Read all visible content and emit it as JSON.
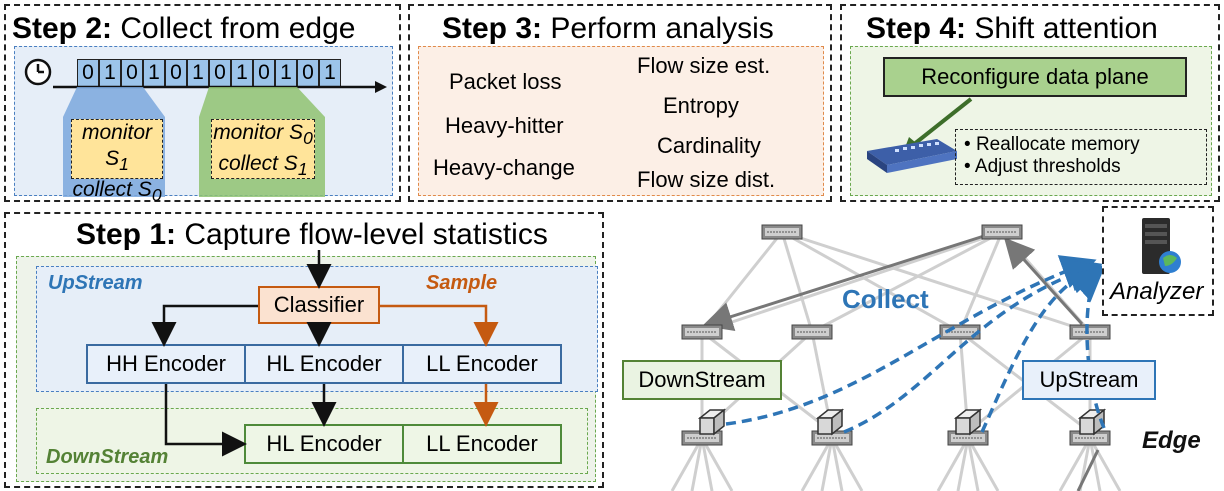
{
  "step2": {
    "title_bold": "Step 2:",
    "title_rest": " Collect from edge",
    "bits": [
      "0",
      "1",
      "0",
      "1",
      "0",
      "1",
      "0",
      "1",
      "0",
      "1",
      "0",
      "1"
    ],
    "note_left": {
      "line1": "monitor S",
      "sub1": "1",
      "line2": "collect S",
      "sub2": "0"
    },
    "note_right": {
      "line1": "monitor S",
      "sub1": "0",
      "line2": "collect S",
      "sub2": "1"
    }
  },
  "step3": {
    "title_bold": "Step 3:",
    "title_rest": " Perform analysis",
    "left_items": [
      "Packet loss",
      "Heavy-hitter",
      "Heavy-change"
    ],
    "right_items": [
      "Flow size est.",
      "Entropy",
      "Cardinality",
      "Flow size dist."
    ]
  },
  "step4": {
    "title_bold": "Step 4:",
    "title_rest": " Shift attention",
    "reconfigure_label": "Reconfigure data plane",
    "bullets": [
      "Reallocate memory",
      "Adjust thresholds"
    ]
  },
  "step1": {
    "title_bold": "Step 1:",
    "title_rest": " Capture flow-level statistics",
    "upstream_label": "UpStream",
    "sample_label": "Sample",
    "classifier_label": "Classifier",
    "upstream_encoders": [
      "HH Encoder",
      "HL Encoder",
      "LL Encoder"
    ],
    "downstream_label": "DownStream",
    "downstream_encoders": [
      "HL Encoder",
      "LL Encoder"
    ]
  },
  "topology": {
    "collect_label": "Collect",
    "analyzer_label": "Analyzer",
    "downstream_box": "DownStream",
    "upstream_box": "UpStream",
    "edge_label": "Edge"
  },
  "colors": {
    "blue": "#2e75b6",
    "orange": "#c55a11",
    "green": "#548235"
  }
}
